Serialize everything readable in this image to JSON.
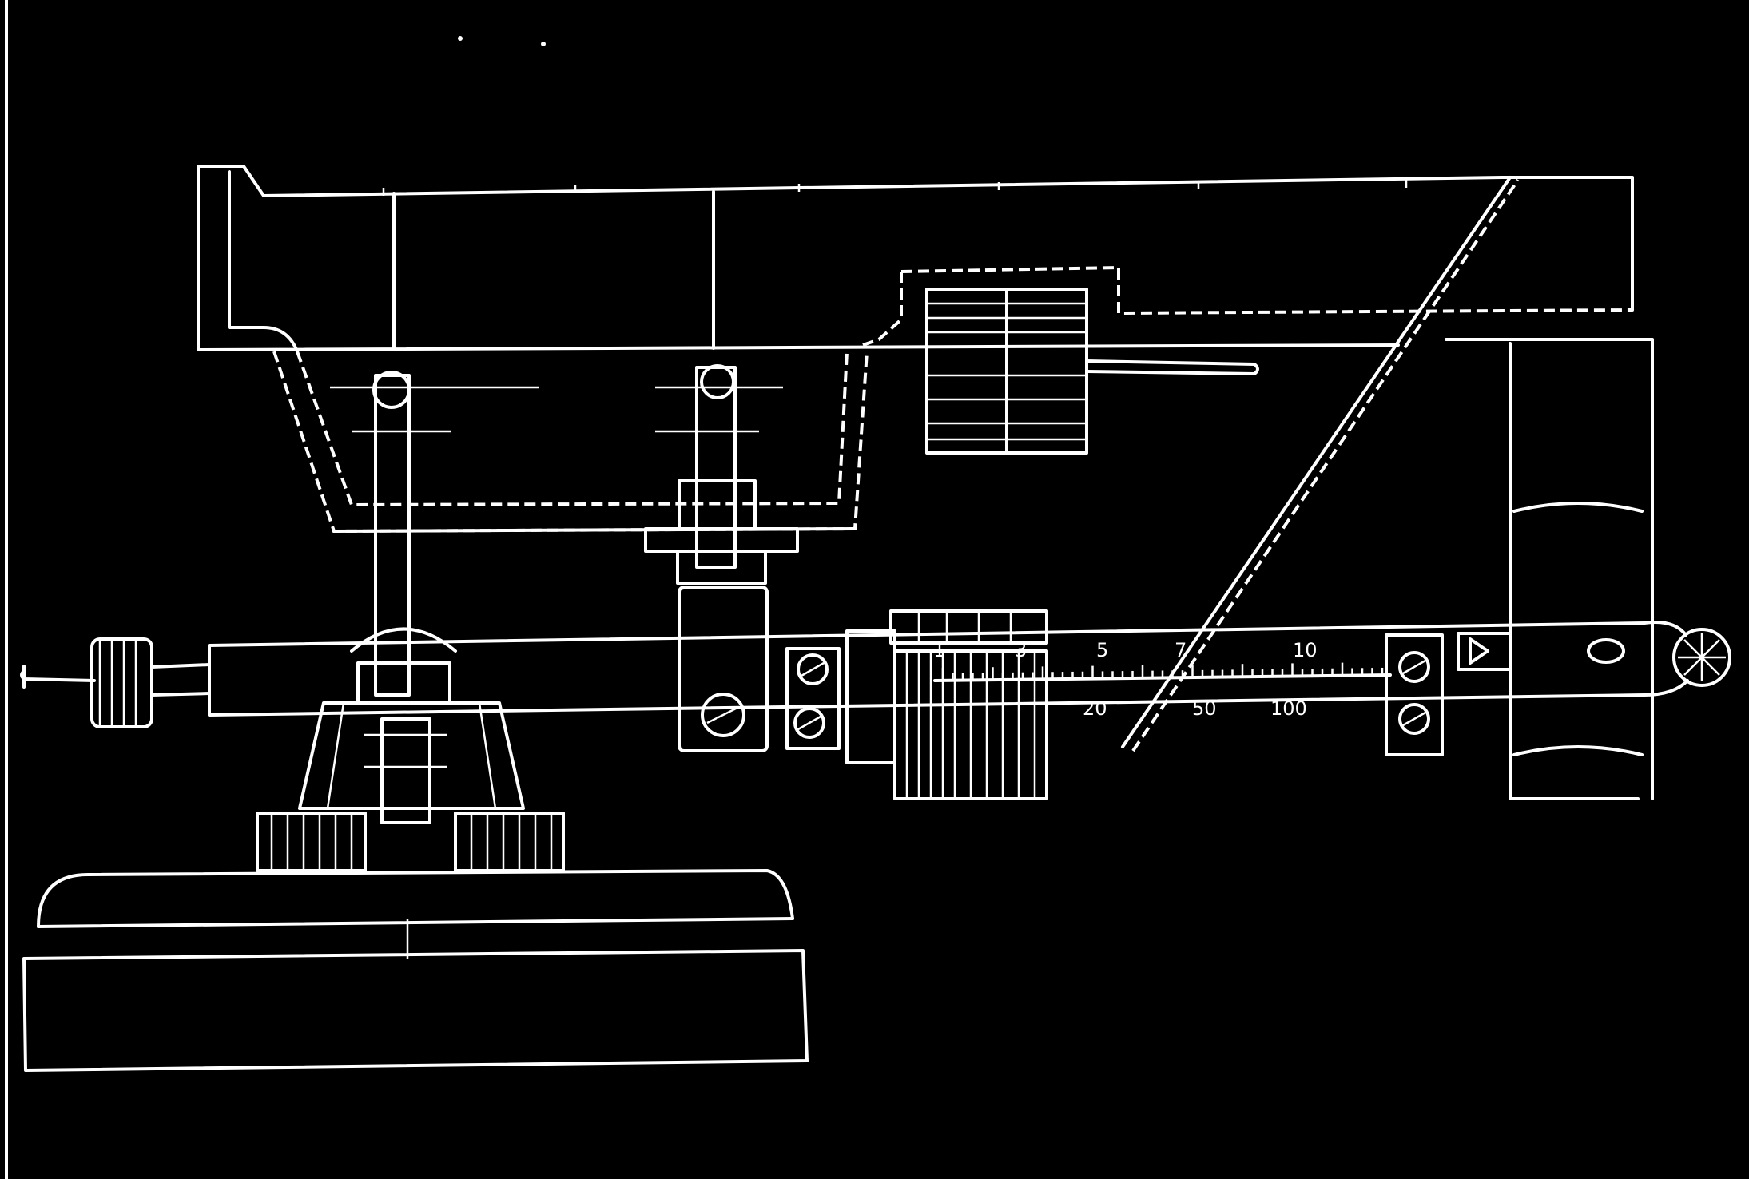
{
  "diagram": {
    "background": "#000000",
    "line_color": "#ffffff",
    "scale_upper_labels": [
      "1",
      "3",
      "5",
      "7",
      "10"
    ],
    "scale_lower_labels": [
      "20",
      "50",
      "100"
    ]
  }
}
